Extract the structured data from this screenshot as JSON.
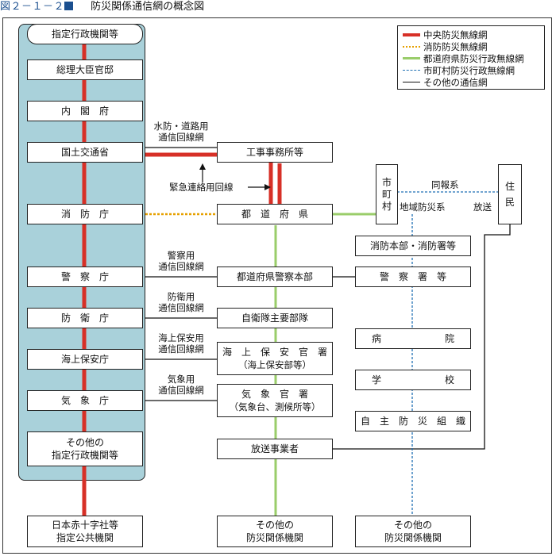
{
  "header": {
    "figure_number": "図２－１－２",
    "title": "防災関係通信網の概念図"
  },
  "legend": [
    {
      "label": "中央防災無線網",
      "color": "#d73027",
      "style": "solid-thick"
    },
    {
      "label": "消防防災無線網",
      "color": "#e6a000",
      "style": "dotted"
    },
    {
      "label": "都道府県防災行政無線網",
      "color": "#9acd6a",
      "style": "solid"
    },
    {
      "label": "市町村防災行政無線網",
      "color": "#1f6fb3",
      "style": "dashed"
    },
    {
      "label": "その他の通信網",
      "color": "#111111",
      "style": "solid-thin"
    }
  ],
  "agencies": {
    "group_title": "指定行政機関等",
    "items": {
      "pm_office": "総理大臣官邸",
      "cabinet": "内　閣　府",
      "mlit": "国土交通省",
      "fdma": "消　防　庁",
      "npa": "警　察　庁",
      "mod": "防　衛　庁",
      "jcg": "海上保安庁",
      "jma": "気　象　庁",
      "other_1": "その他の",
      "other_2": "指定行政機関等"
    },
    "red_cross_1": "日本赤十字社等",
    "red_cross_2": "指定公共機関"
  },
  "middle": {
    "works_office": "工事事務所等",
    "prefecture": "都　道　府　県",
    "pref_police": "都道府県警察本部",
    "sdf": "自衛隊主要部隊",
    "coast_guard_1": "海　上　保　安　官　署",
    "coast_guard_2": "（海上保安部等）",
    "met_office_1": "気　象　官　署",
    "met_office_2": "（気象台、測候所等）",
    "broadcaster": "放送事業者",
    "other_1": "その他の",
    "other_2": "防災関係機関"
  },
  "right": {
    "fire_dept": "消防本部・消防署等",
    "police_station": "警　察　署　等",
    "hospital_a": "病",
    "hospital_b": "院",
    "school_a": "学",
    "school_b": "校",
    "voluntary": "自　主　防　災　組　織",
    "other_1": "その他の",
    "other_2": "防災関係機関",
    "municipality": [
      "市",
      "町",
      "村"
    ],
    "residents": [
      "住",
      "民"
    ]
  },
  "labels": {
    "flood_road_1": "水防・道路用",
    "flood_road_2": "通信回線網",
    "emergency": "緊急連絡用回線",
    "police_1": "警察用",
    "police_2": "通信回線網",
    "defense_1": "防衛用",
    "defense_2": "通信回線網",
    "coast_1": "海上保安用",
    "coast_2": "通信回線網",
    "weather_1": "気象用",
    "weather_2": "通信回線網",
    "simultaneous": "同報系",
    "broadcast": "放送",
    "regional_disaster": "地域防災系"
  }
}
